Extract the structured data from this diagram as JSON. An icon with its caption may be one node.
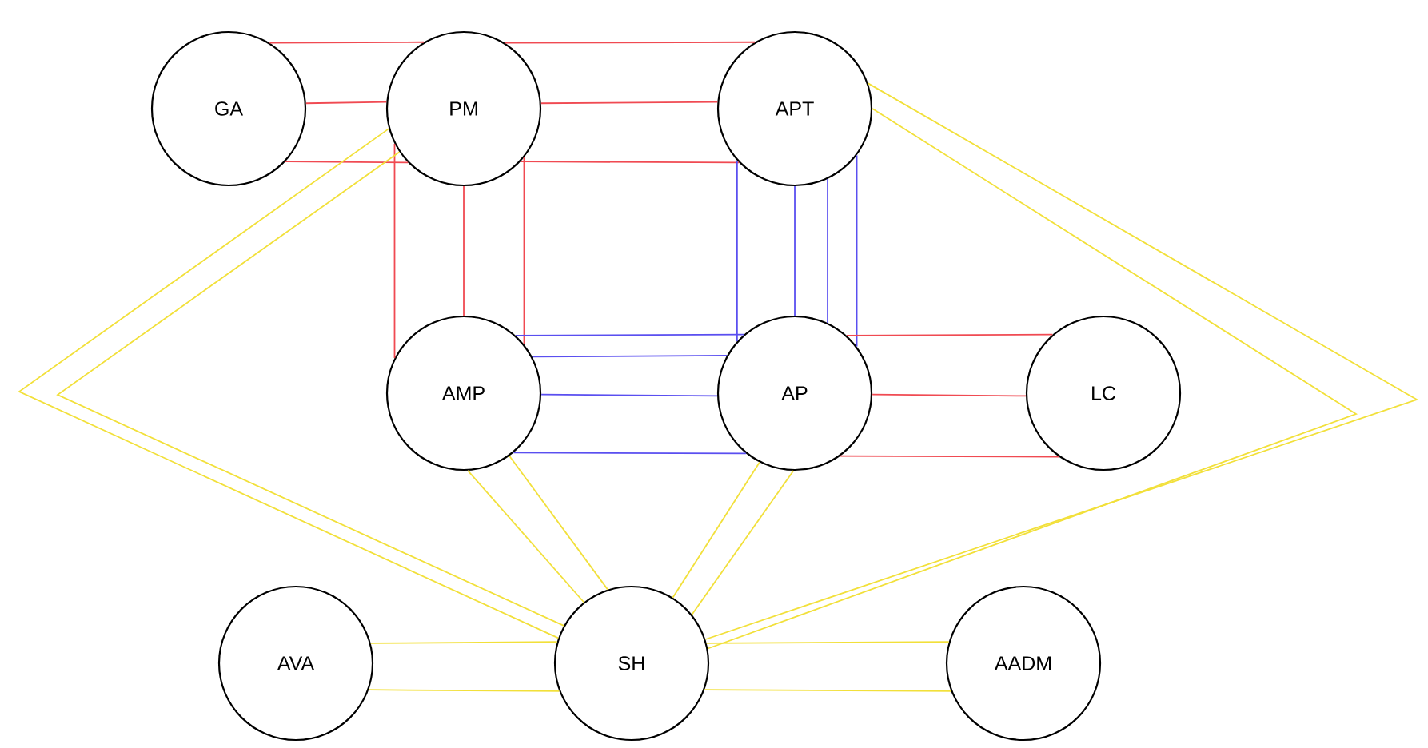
{
  "diagram": {
    "nodes": [
      {
        "text": [
          "GA"
        ]
      },
      {
        "text": [
          "PM"
        ]
      },
      {
        "text": [
          "APT"
        ]
      },
      {
        "text": [
          "AMP"
        ]
      },
      {
        "text": [
          "AP"
        ]
      },
      {
        "text": [
          "LC"
        ]
      },
      {
        "text": [
          "AVA"
        ]
      },
      {
        "text": [
          "SH"
        ]
      },
      {
        "text": [
          "AADM"
        ]
      }
    ],
    "edges": [
      {
        "from": 0,
        "to": 1,
        "arrow": "none"
      },
      {
        "from": 0,
        "to": 1,
        "arrow": "none"
      },
      {
        "from": 0,
        "to": 1,
        "arrow": "none"
      },
      {
        "from": 1,
        "to": 3,
        "arrow": "none"
      },
      {
        "from": 1,
        "to": 3,
        "arrow": "none"
      },
      {
        "from": 1,
        "to": 3,
        "arrow": "none"
      },
      {
        "from": 1,
        "to": 2,
        "arrow": "none"
      },
      {
        "from": 1,
        "to": 2,
        "arrow": "none"
      },
      {
        "from": 1,
        "to": 2,
        "arrow": "none"
      },
      {
        "from": 2,
        "to": 4,
        "arrow": "none",
        "color": "#5a4ff0"
      },
      {
        "from": 2,
        "to": 4,
        "arrow": "none",
        "color": "#5a4ff0"
      },
      {
        "from": 2,
        "to": 4,
        "arrow": "none",
        "color": "#5a4ff0"
      },
      {
        "from": 2,
        "to": 4,
        "arrow": "none",
        "color": "#5a4ff0"
      },
      {
        "from": 3,
        "to": 4,
        "arrow": "none",
        "color": "#5a4ff0"
      },
      {
        "from": 3,
        "to": 4,
        "arrow": "none",
        "color": "#5a4ff0"
      },
      {
        "from": 3,
        "to": 4,
        "arrow": "none",
        "color": "#5a4ff0"
      },
      {
        "from": 3,
        "to": 4,
        "arrow": "none",
        "color": "#5a4ff0"
      },
      {
        "from": 4,
        "to": 5,
        "arrow": "none"
      },
      {
        "from": 4,
        "to": 5,
        "arrow": "none"
      },
      {
        "from": 4,
        "to": 5,
        "arrow": "none"
      },
      {
        "from": 1,
        "to": 7,
        "arrow": "none",
        "color": "#f2e03a"
      },
      {
        "from": 1,
        "to": 7,
        "arrow": "none",
        "color": "#f2e03a"
      },
      {
        "from": 2,
        "to": 7,
        "arrow": "none",
        "color": "#f2e03a"
      },
      {
        "from": 2,
        "to": 7,
        "arrow": "none",
        "color": "#f2e03a"
      },
      {
        "from": 3,
        "to": 7,
        "arrow": "none",
        "color": "#f2e03a"
      },
      {
        "from": 3,
        "to": 7,
        "arrow": "none",
        "color": "#f2e03a"
      },
      {
        "from": 4,
        "to": 7,
        "arrow": "none",
        "color": "#f2e03a"
      },
      {
        "from": 4,
        "to": 7,
        "arrow": "none",
        "color": "#f2e03a"
      },
      {
        "from": 6,
        "to": 7,
        "arrow": "none",
        "color": "#f2e03a"
      },
      {
        "from": 6,
        "to": 7,
        "arrow": "none",
        "color": "#f2e03a"
      },
      {
        "from": 7,
        "to": 8,
        "arrow": "none",
        "color": "#f2e03a"
      },
      {
        "from": 7,
        "to": 8,
        "arrow": "none",
        "color": "#f2e03a"
      }
    ]
  }
}
